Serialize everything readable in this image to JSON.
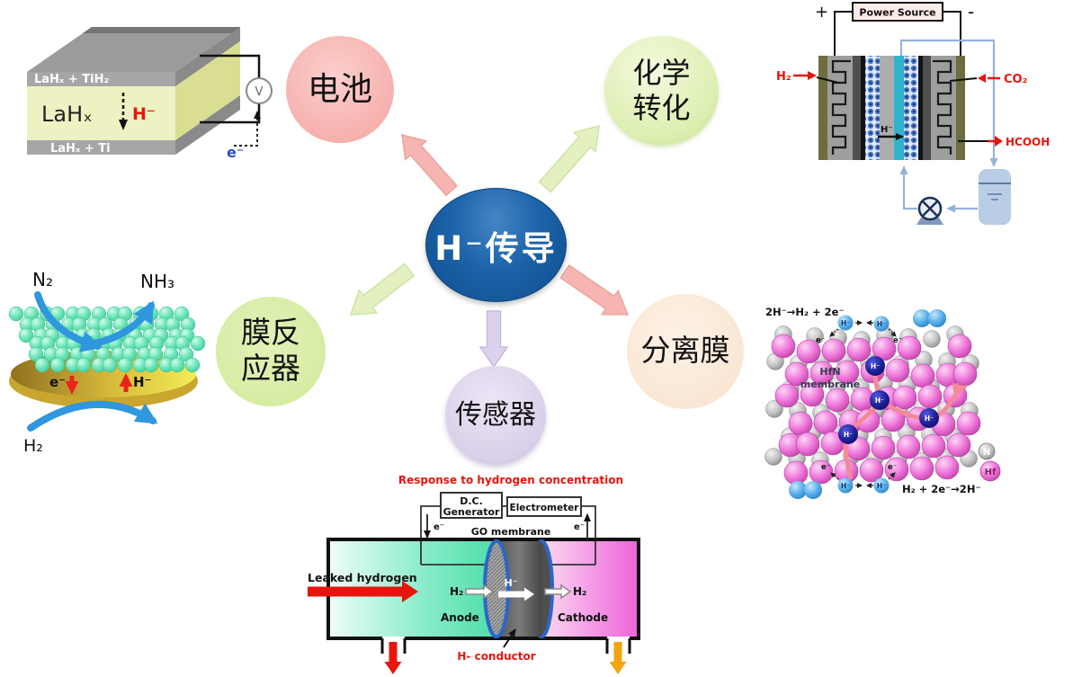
{
  "hub": {
    "label": "H⁻传导"
  },
  "bubbles": {
    "battery": "电池",
    "chemical_l1": "化学",
    "chemical_l2": "转化",
    "reactor_l1": "膜反",
    "reactor_l2": "应器",
    "separation": "分离膜",
    "sensor": "传感器"
  },
  "battery_panel": {
    "layer_top": "LaHₓ + TiH₂",
    "layer_mid": "LaHₓ",
    "layer_bottom": "LaHₓ + Ti",
    "hydride": "H⁻",
    "electron": "e⁻",
    "voltmeter": "V"
  },
  "electrolyzer_panel": {
    "power_source": "Power  Source",
    "plus": "+",
    "minus": "-",
    "h2": "H₂",
    "co2": "CO₂",
    "hcooh": "HCOOH",
    "hydride": "H⁻"
  },
  "ammonia_panel": {
    "n2": "N₂",
    "nh3": "NH₃",
    "h2": "H₂",
    "electron": "e⁻",
    "hydride": "H⁻"
  },
  "hfn_panel": {
    "reaction_top": "2H⁻→H₂ + 2e⁻",
    "reaction_bottom": "H₂ + 2e⁻→2H⁻",
    "membrane_l1": "HfN",
    "membrane_l2": "membrane",
    "legend_n": "N",
    "legend_hf": "Hf",
    "hydride": "H⁻",
    "electron": "e⁻"
  },
  "sensor_panel": {
    "title": "Response to hydrogen concentration",
    "dc_l1": "D.C.",
    "dc_l2": "Generator",
    "electrometer": "Electrometer",
    "go_membrane": "GO membrane",
    "electron": "e⁻",
    "leaked": "Leaked  hydrogen",
    "h2": "H₂",
    "anode": "Anode",
    "cathode": "Cathode",
    "hydride": "H⁻",
    "conductor": "H- conductor"
  },
  "colors": {
    "hub_blue": "#15589e",
    "battery_bubble": "#f8b9b6",
    "chemical_bubble": "#dff0b5",
    "reactor_bubble": "#d8eda6",
    "separation_bubble": "#fbead9",
    "sensor_bubble": "#ddd4ea",
    "arrow_pink": "#f6b5b0",
    "arrow_green": "#e3f1c1",
    "arrow_purple": "#ddd2ee",
    "red": "#e8150c",
    "pipe_blue": "#95b3d7"
  }
}
